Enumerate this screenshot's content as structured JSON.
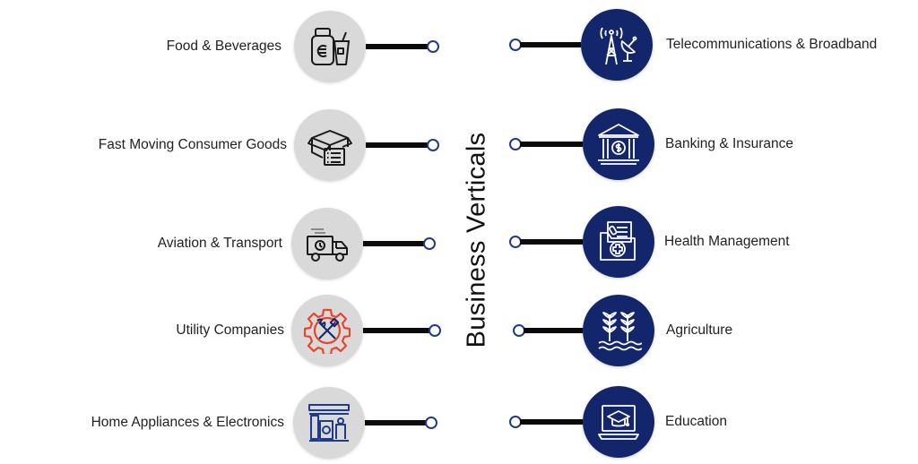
{
  "title": "Business Verticals",
  "left_items": [
    {
      "label": "Food & Beverages",
      "icon": "food-beverage-icon"
    },
    {
      "label": "Fast Moving Consumer Goods",
      "icon": "consumer-goods-box-icon"
    },
    {
      "label": "Aviation & Transport",
      "icon": "delivery-truck-icon"
    },
    {
      "label": "Utility Companies",
      "icon": "gear-tools-icon"
    },
    {
      "label": "Home Appliances & Electronics",
      "icon": "appliances-icon"
    }
  ],
  "right_items": [
    {
      "label": "Telecommunications & Broadband",
      "icon": "telecom-tower-icon"
    },
    {
      "label": "Banking & Insurance",
      "icon": "bank-icon"
    },
    {
      "label": "Health Management",
      "icon": "medical-folder-icon"
    },
    {
      "label": "Agriculture",
      "icon": "wheat-icon"
    },
    {
      "label": "Education",
      "icon": "graduation-laptop-icon"
    }
  ],
  "colors": {
    "grey_circle": "#d9d9d9",
    "navy_circle": "#13256b",
    "connector": "#0a0a0a",
    "node_border": "#1f3a8a",
    "utility_accent": "#e8452a"
  }
}
